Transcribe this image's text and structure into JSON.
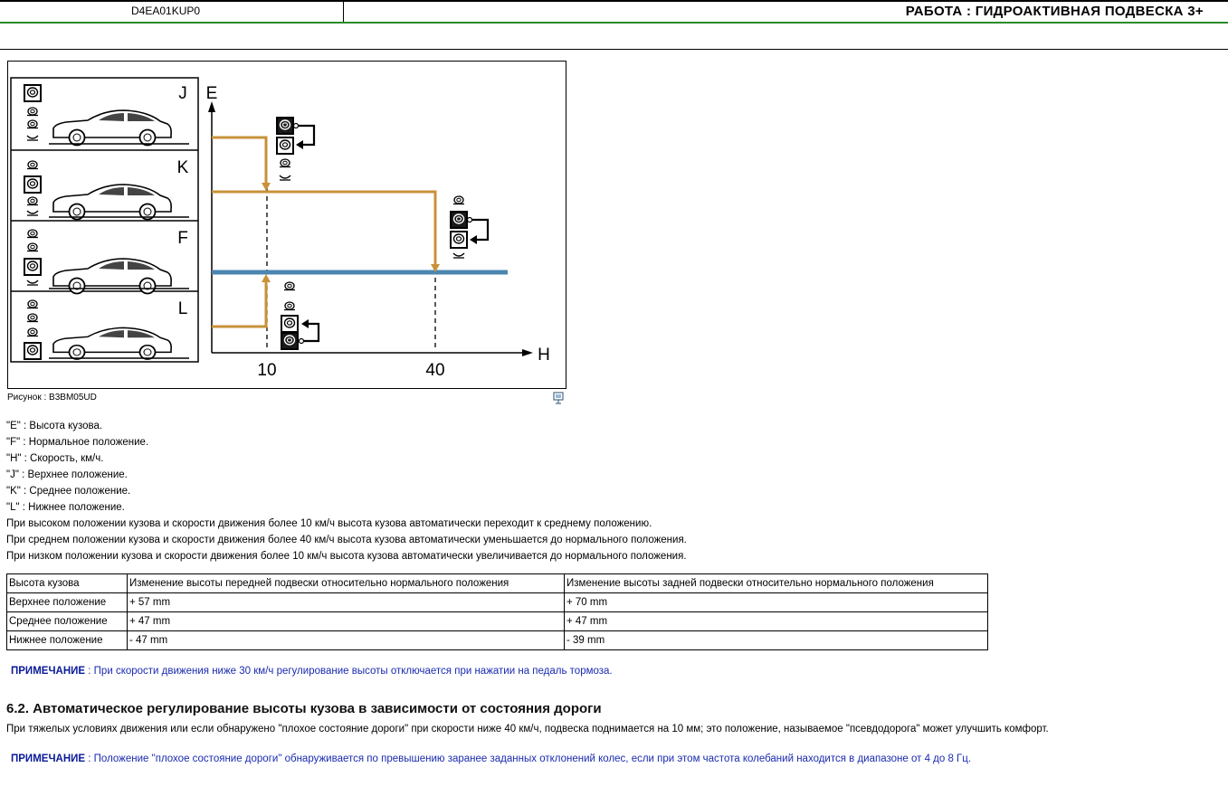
{
  "header": {
    "code": "D4EA01KUP0",
    "title": "РАБОТА : ГИДРОАКТИВНАЯ ПОДВЕСКА 3+"
  },
  "figure": {
    "letters": {
      "j": "J",
      "k": "K",
      "f": "F",
      "l": "L"
    },
    "axis": {
      "y": "E",
      "x": "H"
    },
    "ticks": {
      "t10": "10",
      "t40": "40"
    },
    "colors": {
      "orange": "#c8913a",
      "blue": "#4a86b0"
    },
    "caption": "Рисунок : B3BM05UD"
  },
  "legend": [
    "\"E\" : Высота кузова.",
    "\"F\" : Нормальное положение.",
    "\"H\" : Скорость, км/ч.",
    "\"J\" : Верхнее положение.",
    "\"K\" : Среднее положение.",
    "\"L\" : Нижнее положение.",
    "При высоком положении кузова и скорости движения более 10 км/ч высота кузова автоматически переходит к среднему положению.",
    "При среднем положении кузова и скорости движения более 40 км/ч высота кузова автоматически уменьшается до нормального положения.",
    "При низком положении кузова и скорости движения более 10 км/ч высота кузова автоматически увеличивается до нормального положения."
  ],
  "table": {
    "headers": [
      "Высота кузова",
      "Изменение высоты передней подвески относительно нормального положения",
      "Изменение высоты задней подвески относительно нормального положения"
    ],
    "rows": [
      [
        "Верхнее положение",
        "+ 57 mm",
        "+ 70 mm"
      ],
      [
        "Среднее положение",
        "+ 47 mm",
        "+ 47 mm"
      ],
      [
        "Нижнее положение",
        "- 47 mm",
        "- 39 mm"
      ]
    ]
  },
  "note1": {
    "label": "ПРИМЕЧАНИЕ",
    "text": " : При скорости движения ниже 30 км/ч регулирование высоты отключается при нажатии на педаль тормоза."
  },
  "section": {
    "title": "6.2. Автоматическое регулирование высоты кузова в зависимости от состояния дороги",
    "paragraph": "При тяжелых условиях движения или если обнаружено \"плохое состояние дороги\" при скорости ниже 40 км/ч, подвеска поднимается на 10 мм; это положение, называемое \"псевдодорога\" может улучшить комфорт."
  },
  "note2": {
    "label": "ПРИМЕЧАНИЕ",
    "text": " : Положение \"плохое состояние дороги\" обнаруживается по превышению заранее заданных отклонений колес, если при этом частота колебаний находится в диапазоне от 4 до 8 Гц."
  }
}
